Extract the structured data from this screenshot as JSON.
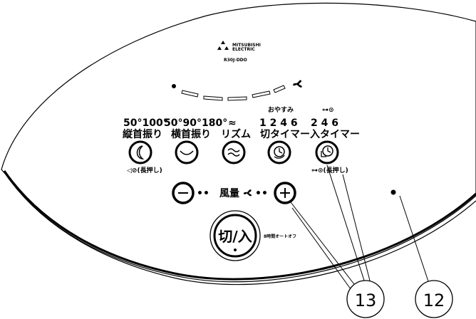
{
  "logo": {
    "brand_line1": "MITSUBISHI",
    "brand_line2": "ELECTRIC",
    "model": "R30J-DDO"
  },
  "buttons": [
    {
      "key": "vertical_swing",
      "top": "50°100°",
      "label": "縦首振り",
      "icon": "moon-icon",
      "below": "◁⊘(長押し)"
    },
    {
      "key": "horizontal_swing",
      "top": "50°90°180°",
      "label": "横首振り",
      "icon": "swing-arc-icon"
    },
    {
      "key": "rhythm",
      "top": "≈",
      "label": "リズム",
      "icon": "wave-icon"
    },
    {
      "key": "off_timer",
      "above": "おやすみ",
      "top": "1 2 4 6",
      "label": "切タイマー",
      "icon": "sleep-clock-icon"
    },
    {
      "key": "on_timer",
      "above": "⊶⊙",
      "top": "2 4 6",
      "label": "入タイマー",
      "icon": "clock-icon",
      "below": "⊶⊙(長押し)"
    }
  ],
  "wind": {
    "minus": "−",
    "plus": "+",
    "label": "風量",
    "dots": "••"
  },
  "power": {
    "label": "切/入",
    "note": "8時間オートオフ"
  },
  "callouts": [
    {
      "number": "13"
    },
    {
      "number": "12"
    }
  ]
}
